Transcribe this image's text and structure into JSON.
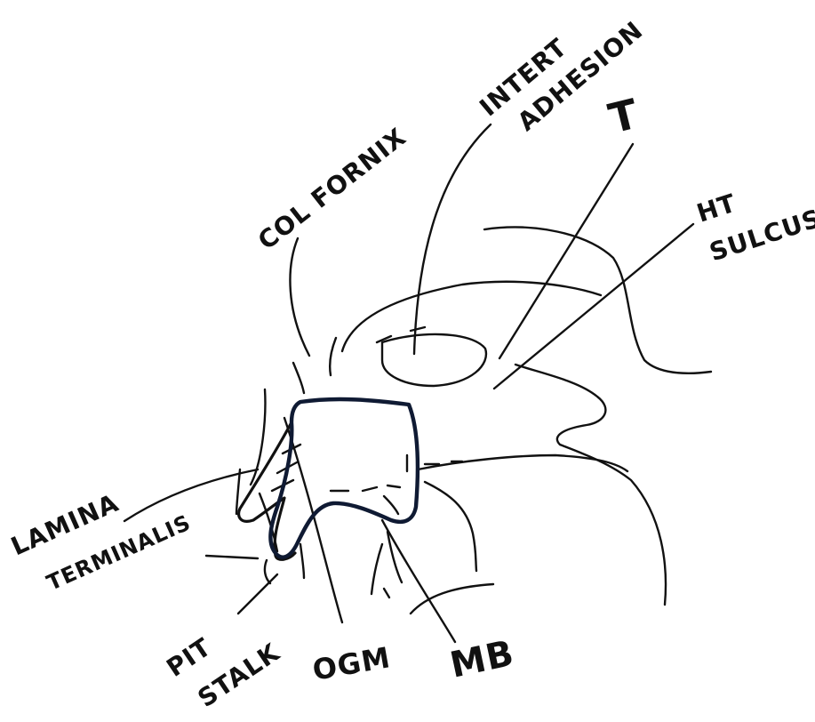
{
  "labels": {
    "col_fornix": "COL FORNIX",
    "intert_adhesion_line1": "INTERT",
    "intert_adhesion_line2": "ADHESION",
    "t": "T",
    "ht_sulcus_line1": "HT",
    "ht_sulcus_line2": "SULCUS",
    "lamina_terminalis_line1": "LAMINA",
    "lamina_terminalis_line2": "TERMINALIS",
    "pit_stalk_line1": "PIT",
    "pit_stalk_line2": "STALK",
    "ogm": "OGM",
    "mb": "MB"
  },
  "colors": {
    "ink": "#111111",
    "hypothalamus_outline": "#0f1a33",
    "paper": "#ffffff"
  }
}
